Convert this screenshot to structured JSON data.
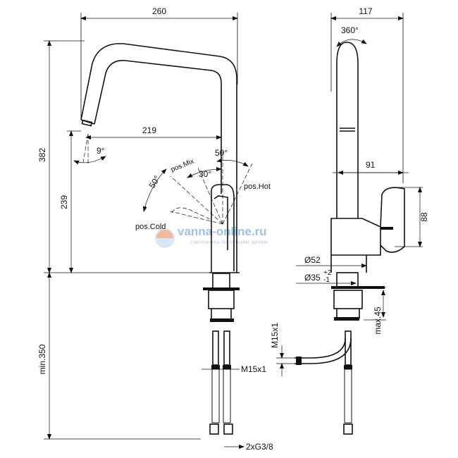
{
  "front": {
    "width": "260",
    "height_total": "382",
    "height_spout": "239",
    "reach": "219",
    "angle_spout": "9°",
    "angle_50_right": "50°",
    "angle_50_left": "50°",
    "angle_30": "30°",
    "pos_mix": "pos.Mix",
    "pos_hot": "pos.Hot",
    "pos_cold": "pos.Cold",
    "below": "min.350",
    "thread_hose": "M15x1",
    "connection": "2xG3/8"
  },
  "side": {
    "depth": "117",
    "rotation": "360°",
    "handle_reach": "91",
    "handle_height": "88",
    "base_diameter": "Ø52",
    "hole_diameter": "Ø35",
    "tol_plus": "+2",
    "tol_minus": "-1",
    "thread_hose": "M15x1",
    "max_thickness": "max.45"
  },
  "watermark": {
    "site": "vanna-online.ru",
    "tagline": "сантехника по лучшим ценам",
    "colors": {
      "primary": "#9cc3e6",
      "accent": "#f2a27a"
    }
  }
}
